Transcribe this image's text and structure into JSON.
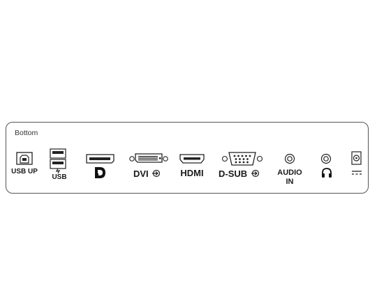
{
  "panel": {
    "caption": "Bottom"
  },
  "ports": {
    "usb_up": {
      "label": "USB UP",
      "icon": "usb-b-port-icon"
    },
    "usb_down": {
      "label": "USB",
      "icon": "usb-a-port-icon"
    },
    "displayport": {
      "label": "D",
      "icon": "displayport-icon"
    },
    "dvi": {
      "label": "DVI",
      "icon": "dvi-port-icon"
    },
    "hdmi": {
      "label": "HDMI",
      "icon": "hdmi-port-icon"
    },
    "dsub": {
      "label": "D-SUB",
      "icon": "vga-port-icon"
    },
    "audio_in": {
      "label_line1": "AUDIO",
      "label_line2": "IN",
      "icon": "audio-jack-icon"
    },
    "headphone": {
      "icon": "headphone-icon"
    },
    "dc_in": {
      "icon": "dc-power-icon"
    }
  }
}
